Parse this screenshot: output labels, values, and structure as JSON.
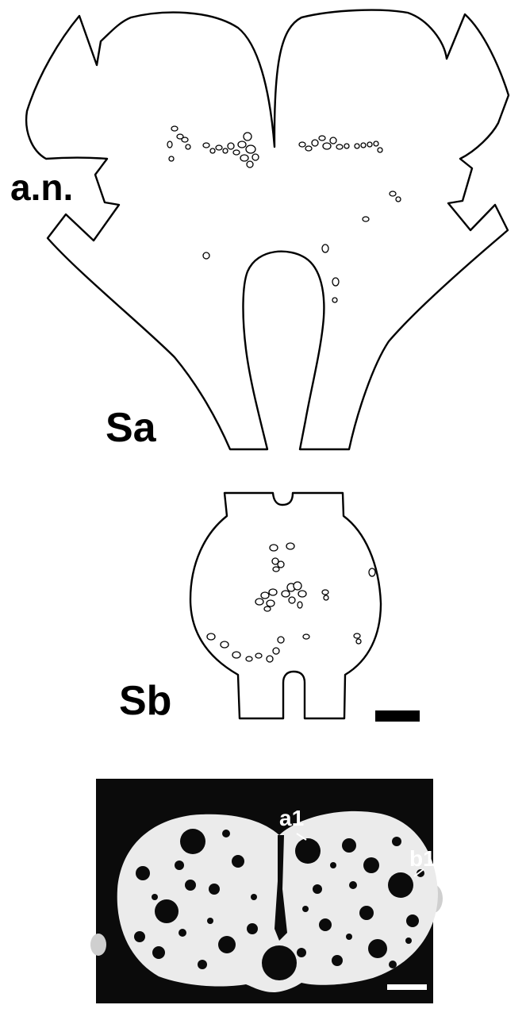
{
  "figure": {
    "labels": {
      "an": "a.n.",
      "sa": "Sa",
      "sb": "Sb",
      "a1": "a1",
      "b1": "b1"
    },
    "colors": {
      "ink": "#000000",
      "paper": "#ffffff",
      "micrograph_bg": "#0b0b0b",
      "tissue": "#ebebeb"
    }
  }
}
